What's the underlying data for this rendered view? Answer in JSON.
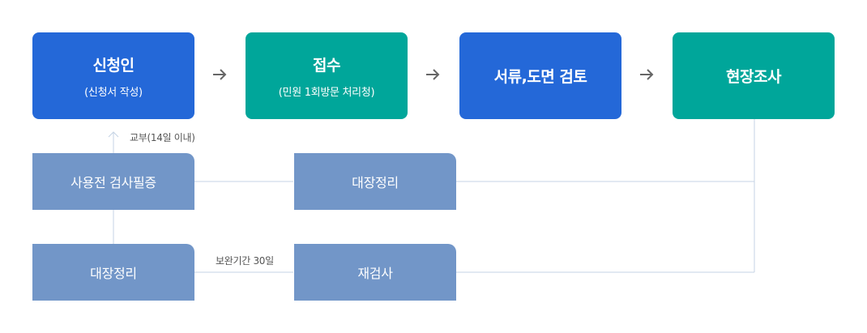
{
  "steps": [
    {
      "title": "신청인",
      "subtitle": "(신청서 작성)"
    },
    {
      "title": "접수",
      "subtitle": "(민원 1회방문 처리청)"
    },
    {
      "title": "서류,도면 검토"
    },
    {
      "title": "현장조사"
    }
  ],
  "middle_row": {
    "left": "사용전 검사필증",
    "right": "대장정리"
  },
  "bottom_row": {
    "left": "대장정리",
    "right": "재검사"
  },
  "notes": {
    "issue": "교부(14일 이내)",
    "supplement": "보완기간 30일"
  },
  "colors": {
    "blue": "#2468d8",
    "teal": "#00a69a",
    "slate": "#7296c8",
    "connector": "#c5d3e4",
    "arrow": "#666666"
  },
  "icons": {
    "flow_arrow": "arrow-right-icon",
    "up_arrow": "arrow-up-icon"
  }
}
